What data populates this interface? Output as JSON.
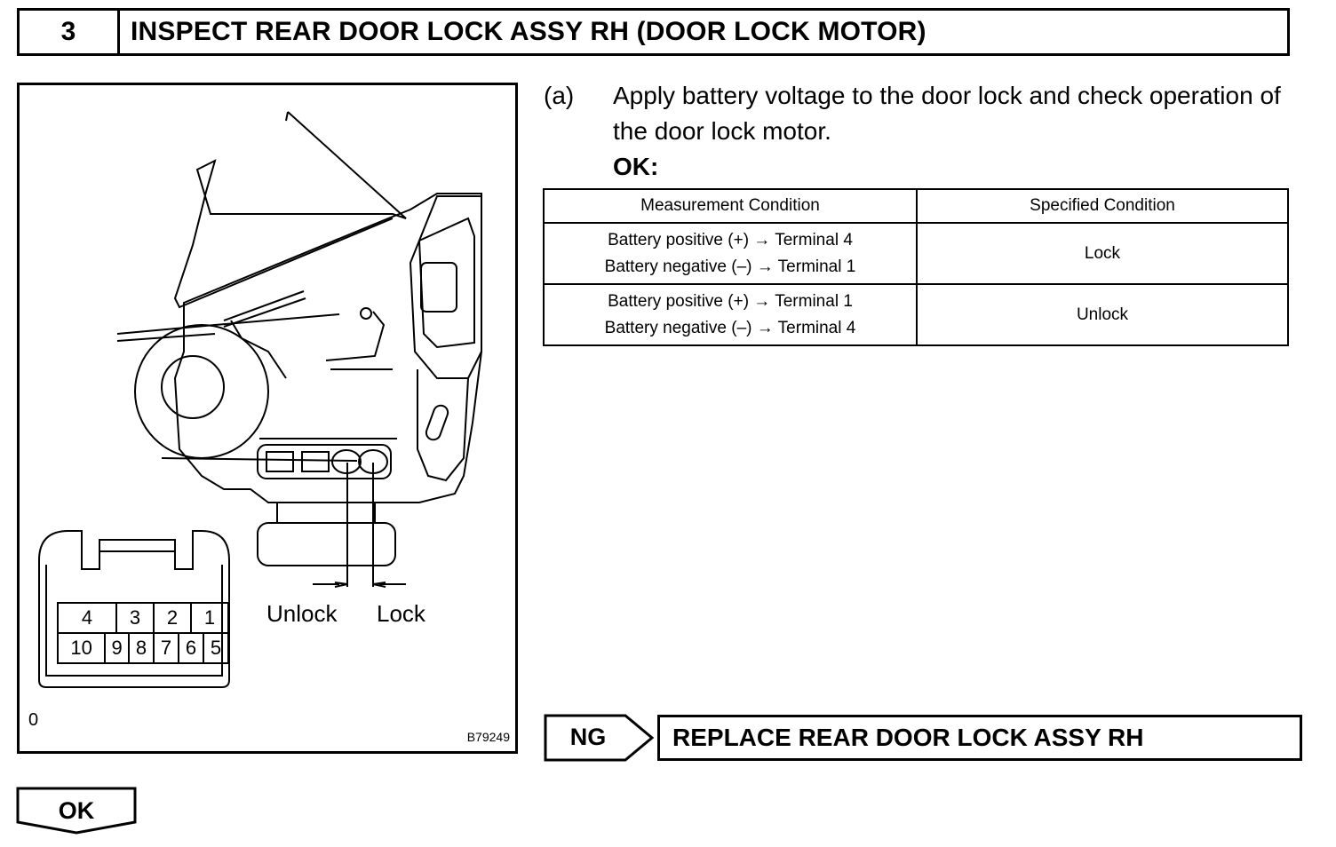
{
  "header": {
    "step": "3",
    "title": "INSPECT REAR DOOR LOCK ASSY RH (DOOR LOCK MOTOR)"
  },
  "figure": {
    "unlock_label": "Unlock",
    "lock_label": "Lock",
    "corner_mark": "0",
    "figure_code": "B79249",
    "connector": {
      "top_row": [
        "4",
        "3",
        "2",
        "1"
      ],
      "bottom_row": [
        "10",
        "9",
        "8",
        "7",
        "6",
        "5"
      ]
    }
  },
  "instruction": {
    "marker": "(a)",
    "text": "Apply battery voltage to the door lock and check operation of the door lock motor.",
    "ok": "OK:"
  },
  "spec_table": {
    "headers": [
      "Measurement Condition",
      "Specified Condition"
    ],
    "rows": [
      {
        "line1": "Battery positive (+) → Terminal 4",
        "line2": "Battery negative (–) → Terminal 1",
        "result": "Lock"
      },
      {
        "line1": "Battery positive (+) → Terminal 1",
        "line2": "Battery negative (–) → Terminal 4",
        "result": "Unlock"
      }
    ]
  },
  "ng": {
    "label": "NG",
    "action": "REPLACE REAR DOOR LOCK ASSY RH"
  },
  "ok_button": {
    "label": "OK"
  }
}
